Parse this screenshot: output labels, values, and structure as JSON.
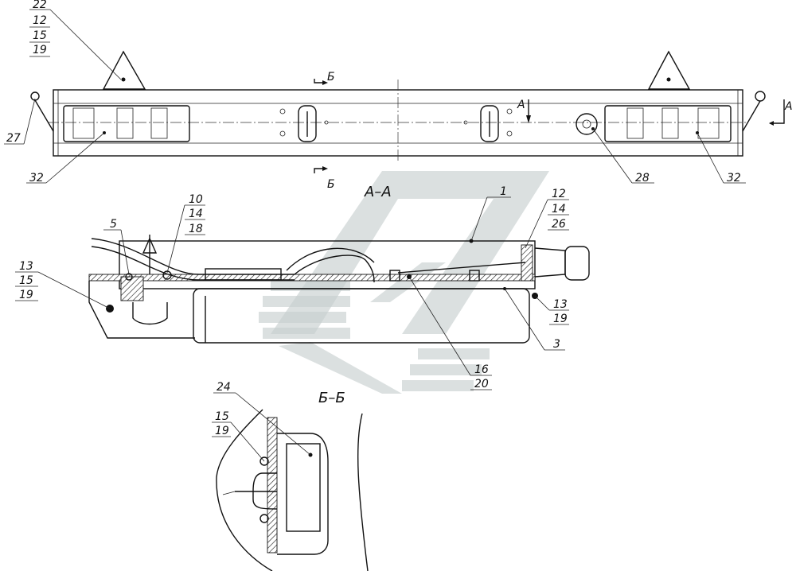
{
  "colors": {
    "line": "#111111",
    "watermark": "#c8cfcf",
    "background": "#ffffff"
  },
  "sections": {
    "aa": "А–А",
    "bb": "Б–Б"
  },
  "cut_marks": {
    "a_top": "А",
    "a_right": "А",
    "b_top": "Б",
    "b_bottom": "Б"
  },
  "leaders": {
    "l22": [
      "22",
      "12",
      "15",
      "19"
    ],
    "l27": "27",
    "l32a": "32",
    "l28": "28",
    "l32b": "32",
    "l10": [
      "10",
      "14",
      "18"
    ],
    "l5": "5",
    "l13a": [
      "13",
      "15",
      "19"
    ],
    "l1": "1",
    "l12": [
      "12",
      "14",
      "26"
    ],
    "l13b": [
      "13",
      "19"
    ],
    "l3": "3",
    "l16": [
      "16",
      "20"
    ],
    "l24": "24",
    "l15": [
      "15",
      "19"
    ]
  }
}
